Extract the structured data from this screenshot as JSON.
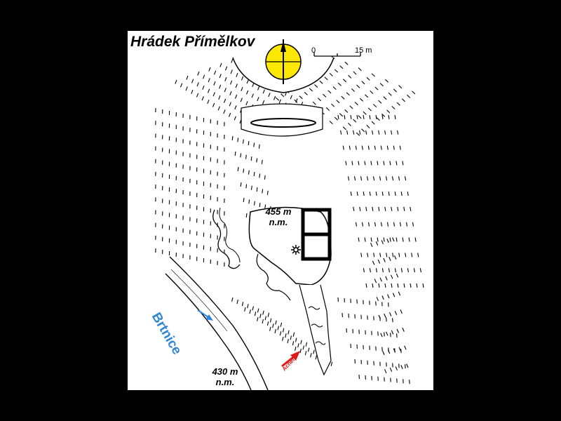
{
  "title": "Hrádek Přímělkov",
  "scale": {
    "start": "0",
    "end": "15 m"
  },
  "elevation_top": {
    "value": "455 m",
    "unit": "n.m."
  },
  "elevation_bottom": {
    "value": "430 m",
    "unit": "n.m."
  },
  "river": "Brtnice",
  "path_label": "Achen",
  "colors": {
    "compass_fill": "#ffe800",
    "river_label": "#2f86d8",
    "path_arrow": "#e01818",
    "flow_arrow": "#2f86d8"
  },
  "icons": [
    "compass-icon",
    "scale-bar-icon",
    "star-marker-icon",
    "river-flow-arrow-icon",
    "path-arrow-icon"
  ]
}
